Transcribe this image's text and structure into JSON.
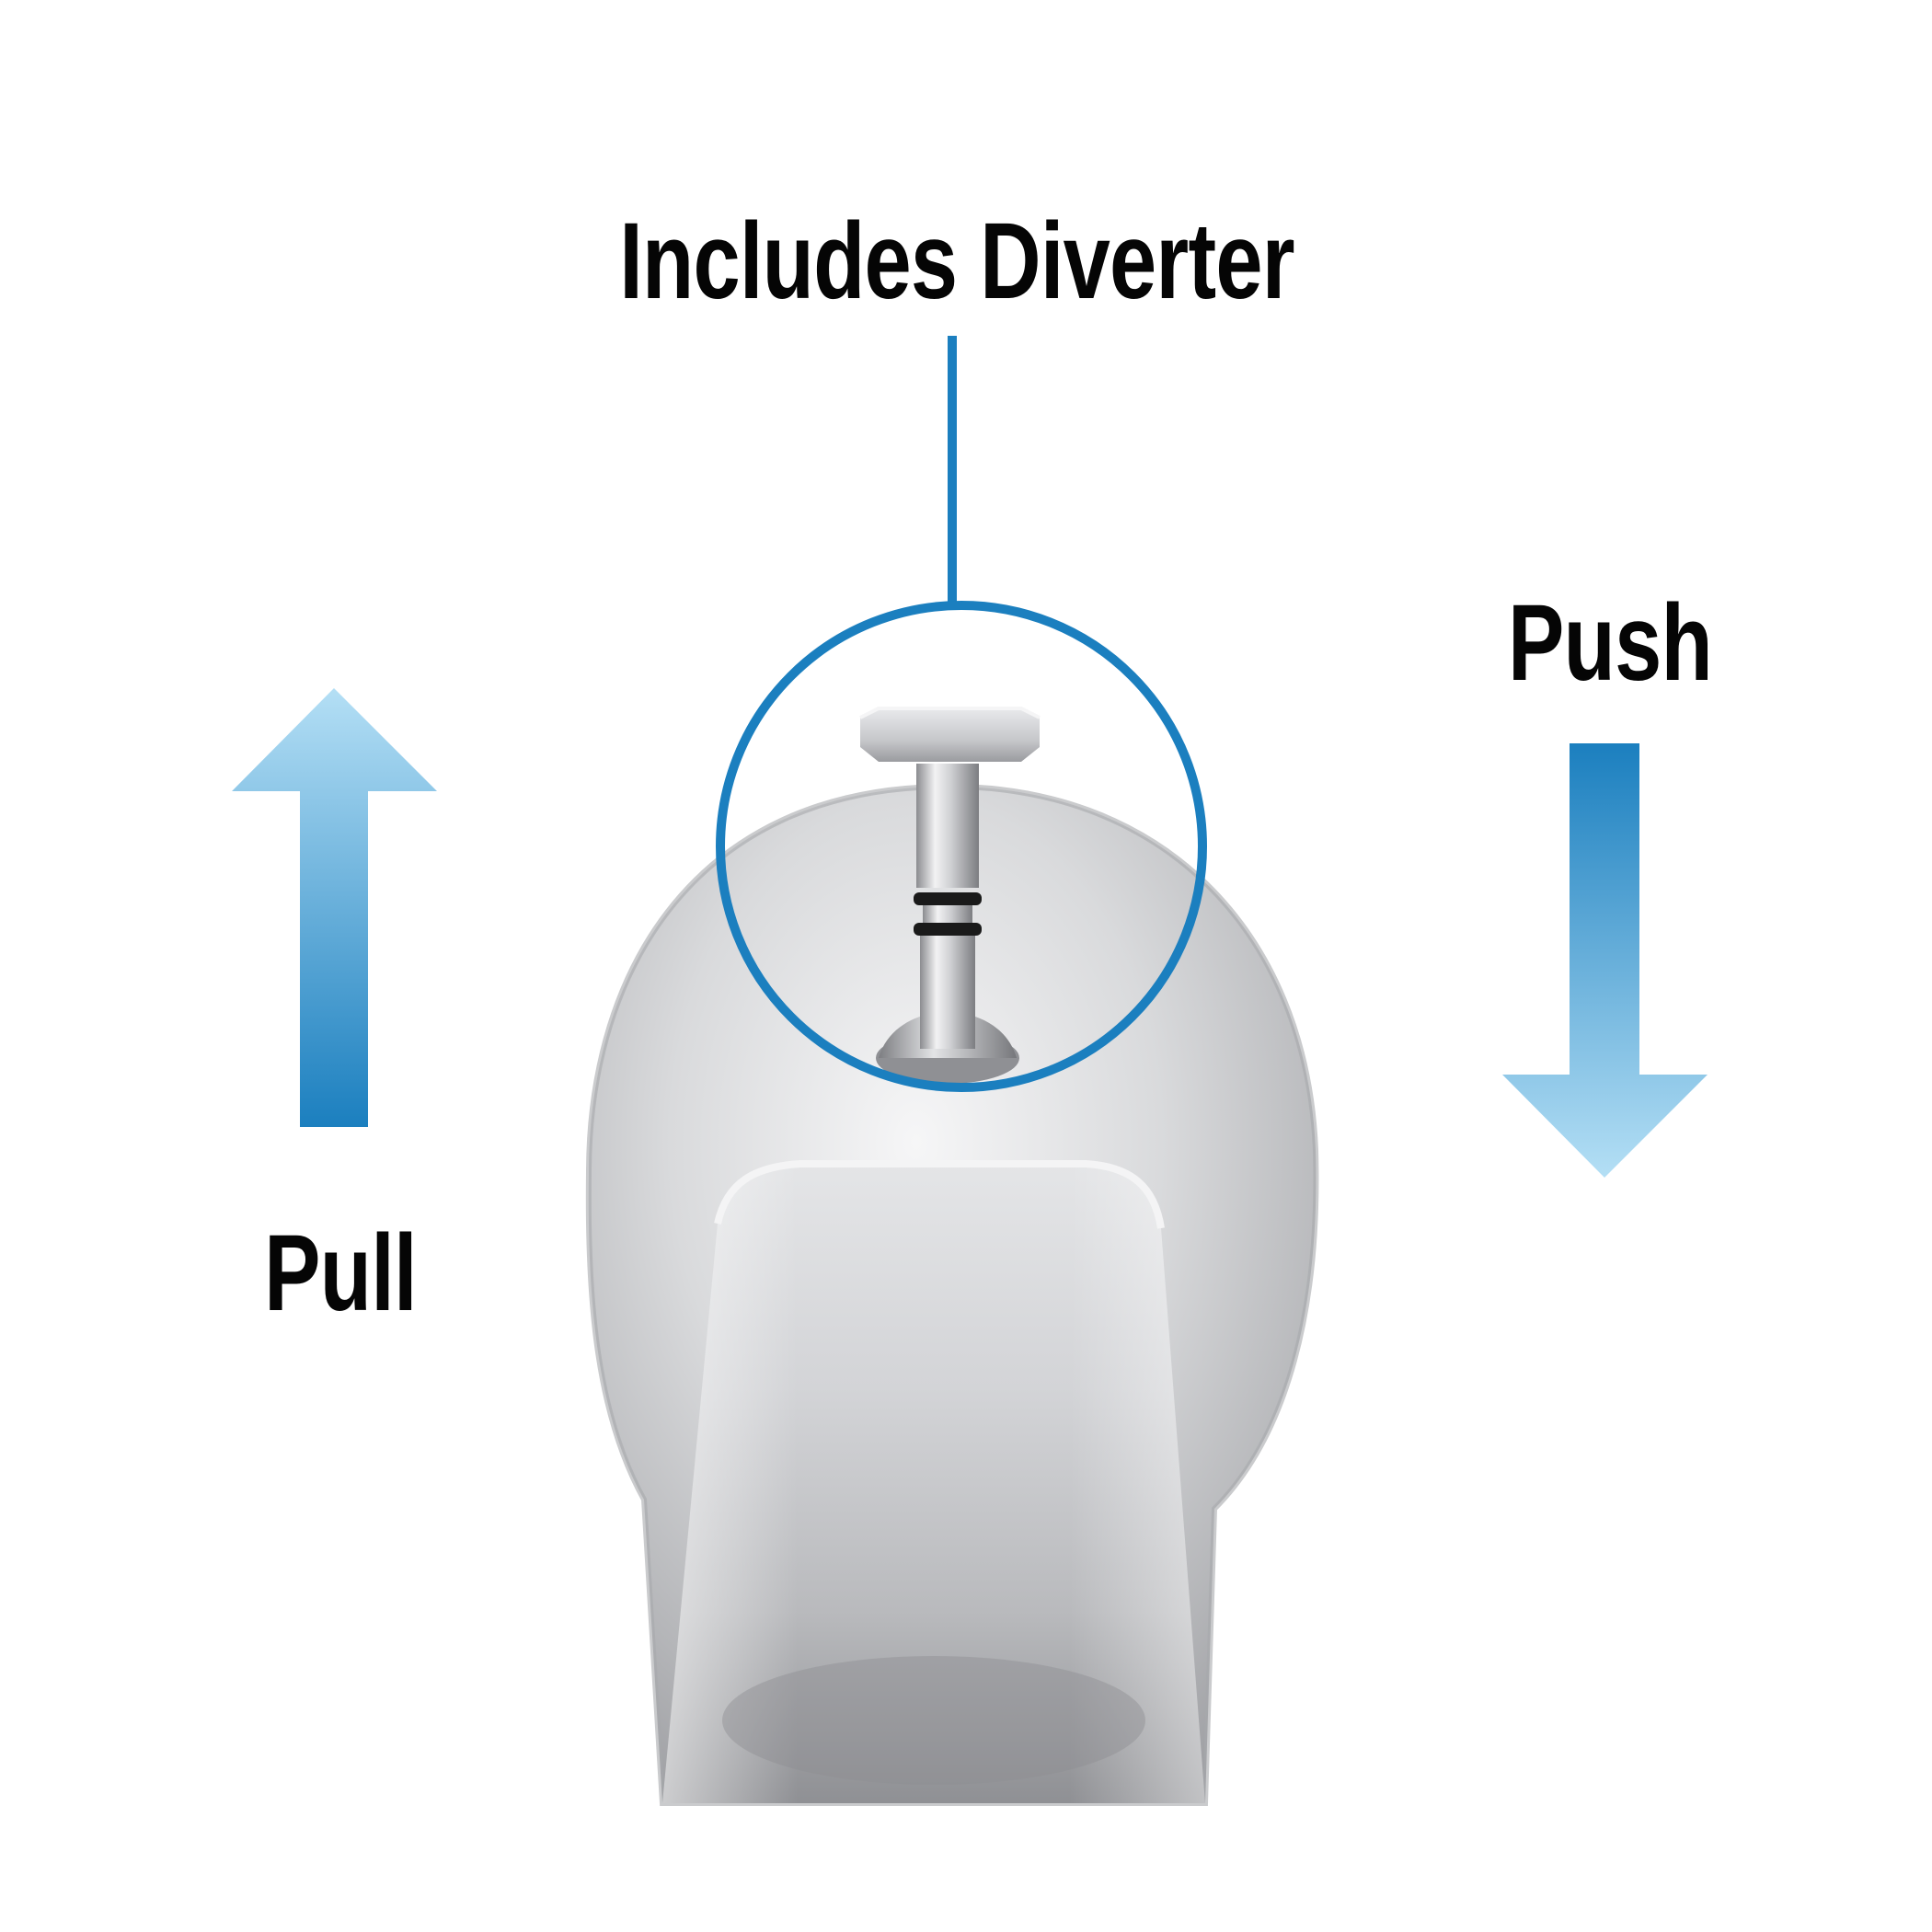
{
  "labels": {
    "title": "Includes Diverter",
    "push": "Push",
    "pull": "Pull"
  },
  "icons": {
    "up_arrow": "arrow-up-icon",
    "down_arrow": "arrow-down-icon"
  },
  "colors": {
    "accent_blue": "#1b7fbf",
    "light_blue": "#b4dff5",
    "text": "#050505",
    "background": "#ffffff"
  }
}
